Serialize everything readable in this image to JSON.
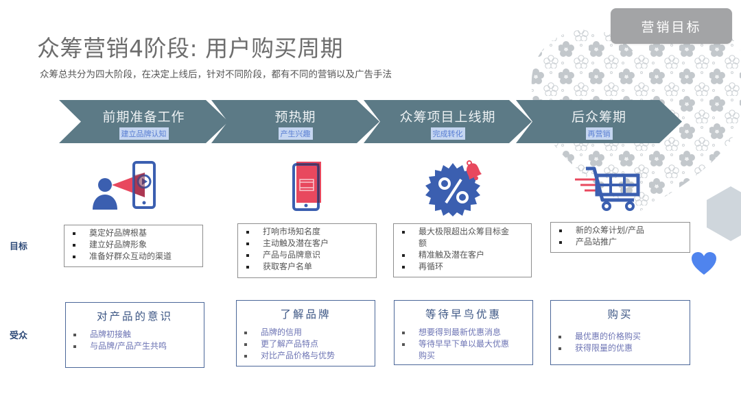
{
  "header": {
    "title": "众筹营销4阶段: 用户购买周期",
    "subtitle": "众筹总共分为四大阶段，在决定上线后，针对不同阶段，都有不同的营销以及广告手法",
    "goal_button_label": "营销目标"
  },
  "row_labels": {
    "goals": "目标",
    "audience": "受众"
  },
  "colors": {
    "chevron": "#5c7a86",
    "icon_blue": "#3b5fb0",
    "icon_red": "#e8485e",
    "audience_border": "#4a6698",
    "button_gray": "#a3a4a6",
    "heart_blue": "#4f84ee"
  },
  "stages": [
    {
      "title": "前期准备工作",
      "subtitle": "建立品牌认知",
      "icon": "person-watching-phone-video-icon",
      "goals": [
        "奠定好品牌根基",
        "建立好品牌形象",
        "准备好群众互动的渠道"
      ],
      "audience": {
        "title": "对产品的意识",
        "items": [
          "品牌初接触",
          "与品牌/产品产生共鸣"
        ]
      }
    },
    {
      "title": "预热期",
      "subtitle": "产生兴趣",
      "icon": "phone-ad-icon",
      "goals": [
        "打响市场知名度",
        "主动触及潜在客户",
        "产品与品牌意识",
        "获取客户名单"
      ],
      "audience": {
        "title": "了解品牌",
        "items": [
          "品牌的信用",
          "更了解产品特点",
          "对比产品价格与优势"
        ]
      }
    },
    {
      "title": "众筹项目上线期",
      "subtitle": "完成转化",
      "icon": "discount-badge-bell-icon",
      "goals": [
        "最大极限超出众筹目标金额",
        "精准触及潜在客户",
        "再循环"
      ],
      "audience": {
        "title": "等待早鸟优惠",
        "items": [
          "想要得到最新优惠消息",
          "等待早早下单以最大优惠购买"
        ]
      }
    },
    {
      "title": "后众筹期",
      "subtitle": "再营销",
      "icon": "shopping-cart-icon",
      "goals": [
        "新的众筹计划/产品",
        "产品站推广"
      ],
      "audience": {
        "title": "购买",
        "items": [
          "最优惠的价格购买",
          "获得限量的优惠"
        ]
      }
    }
  ]
}
